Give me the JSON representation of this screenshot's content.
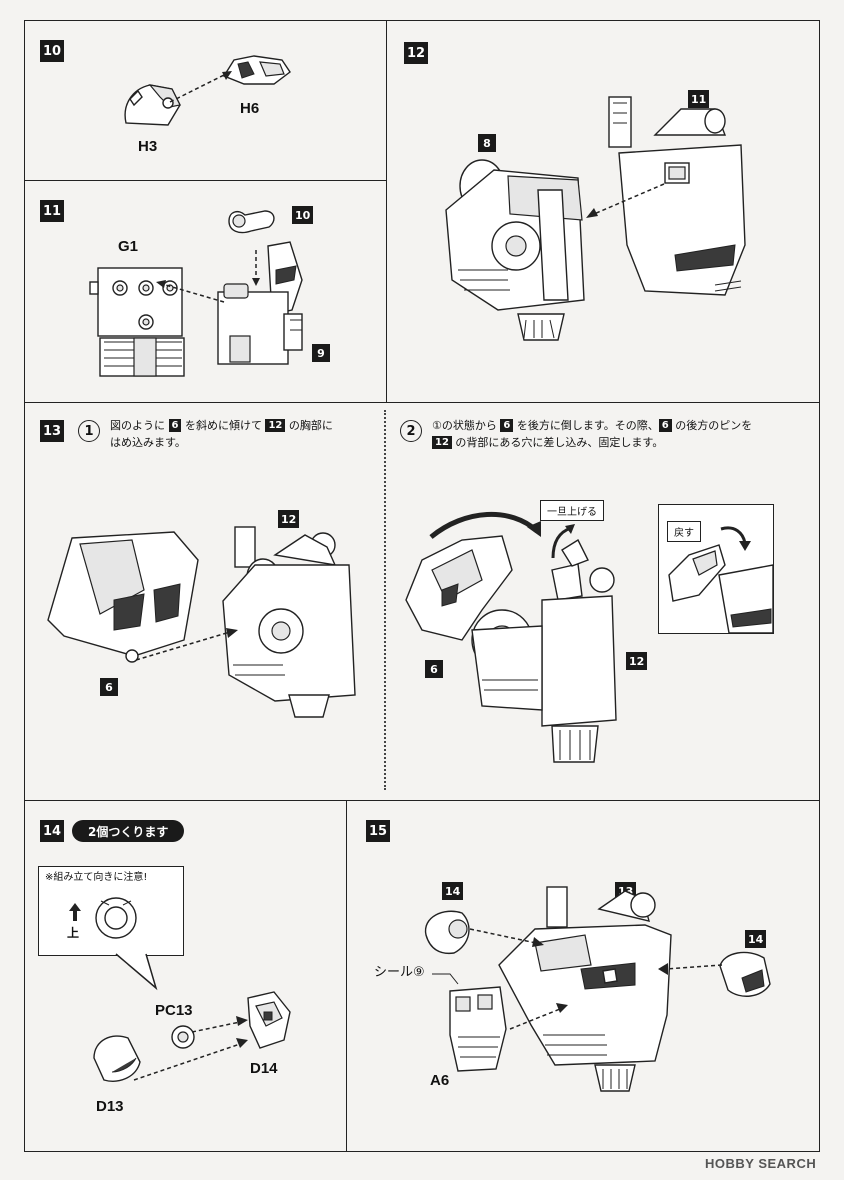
{
  "steps": {
    "s10": {
      "number": "10",
      "parts": {
        "a": "H3",
        "b": "H6"
      }
    },
    "s11": {
      "number": "11",
      "parts": {
        "g1": "G1",
        "ref10": "10",
        "ref9": "9"
      }
    },
    "s12": {
      "number": "12",
      "refs": {
        "r8": "8",
        "r11": "11"
      }
    },
    "s13": {
      "number": "13",
      "sub1": {
        "marker": "1",
        "line1_a": "図のように ",
        "ref_a": "6",
        "line1_b": " を斜めに傾けて ",
        "ref_b": "12",
        "line1_c": " の胸部に",
        "line2": "はめ込みます。"
      },
      "sub1_refs": {
        "r6": "6",
        "r12": "12"
      },
      "sub2": {
        "marker": "2",
        "line1_a": "①の状態から ",
        "ref_a": "6",
        "line1_b": " を後方に倒します。その際、",
        "ref_b": "6",
        "line1_c": " の後方のピンを",
        "ref_c": "12",
        "line2": " の背部にある穴に差し込み、固定します。"
      },
      "sub2_refs": {
        "r6": "6",
        "r12": "12"
      },
      "callout_lift": "一旦上げる",
      "callout_return": "戻す"
    },
    "s14": {
      "number": "14",
      "note_pill": "2個つくります",
      "bubble_note": "※組み立て向きに注意!",
      "bubble_up": "上",
      "parts": {
        "pc13": "PC13",
        "d13": "D13",
        "d14": "D14"
      }
    },
    "s15": {
      "number": "15",
      "refs": {
        "r14a": "14",
        "r13": "13",
        "r14b": "14"
      },
      "seal": "シール⑨",
      "part_a6": "A6"
    }
  },
  "watermark": "HOBBY SEARCH"
}
